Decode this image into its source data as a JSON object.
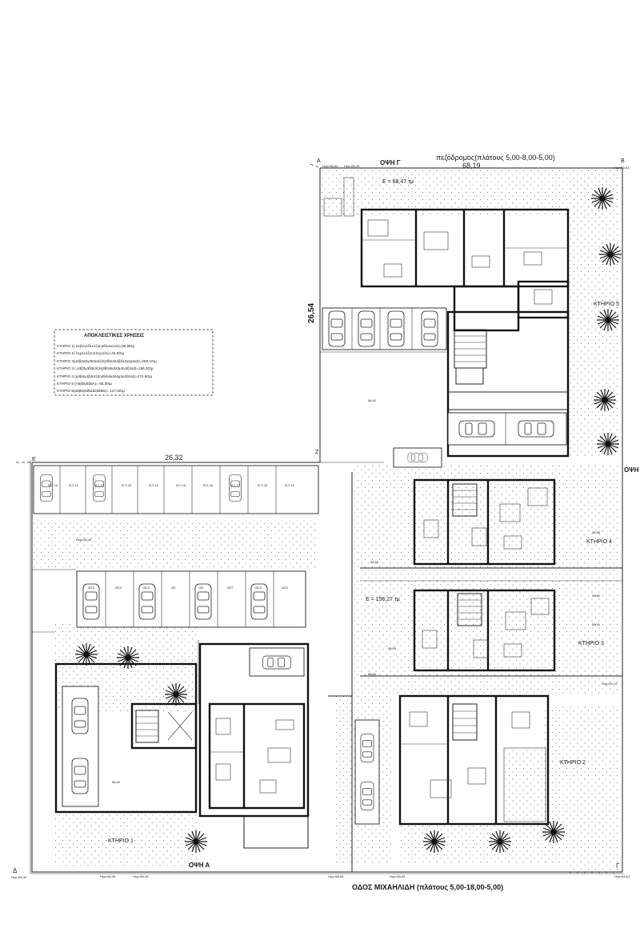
{
  "labels": {
    "street_top": "πεζόδρομος(πλάτους 5,00-8,00-5,00)",
    "street_bottom": "ΟΔΟΣ ΜΙΧΑΗΛΙΔΗ (πλάτους 5,00-18,00-5,00)",
    "view_g": "ΟΨΗ Γ",
    "view_a": "ΟΨΗ Α",
    "view_right": "ΟΨΗ",
    "dim_top": "68,19",
    "dim_left_vertical": "26,54",
    "dim_mid": "26,32",
    "area_top": "Ε = 68,47 τμ",
    "area_b3": "Ε = 156,27 τμ",
    "corner_a": "Α",
    "corner_b": "Β",
    "corner_e": "Ε",
    "corner_z": "Ζ",
    "corner_delta": "Δ",
    "corner_gamma": "Γ"
  },
  "buildings": [
    {
      "label": "ΚΤΗΡΙΟ 5"
    },
    {
      "label": "ΚΤΗΡΙΟ 4"
    },
    {
      "label": "ΚΤΗΡΙΟ 3"
    },
    {
      "label": "ΚΤΗΡΙΟ 2"
    },
    {
      "label": "ΚΤΗΡΙΟ 1"
    }
  ],
  "legend": {
    "title": "ΑΠΟΚΛΕΙΣΤΙΚΕΣ ΧΡΗΣΕΙΣ",
    "rows": [
      "ΚΤΗΡΙΟ 1( α1β1γ1δ1ε1ζ1η1θ1ι1κ1α1)=59,85τμ",
      "ΚΤΗΡΙΟ 1( λ1μ1ν1ξ1ο1π1ρ1λ1)=34,90τμ",
      "ΚΤΗΡΙΟ 2(α2β2α2γ252α2ζ2η2θ2α2ι2β2λ2γ2μ2α2)=258,10τμ",
      "ΚΤΗΡΙΟ 3 ( α3β3γ3δ3ε3ζ3η3θ3ι3κ3λ3μ3ν3ξ3ο3)=156,30τμ",
      "ΚΤΗΡΙΟ 4 (α4β4γ4δ4ε4ζ4η4θ4ι4κ4λ4μ4ν4ξ4ο4)=174,90τμ",
      "ΚΤΗΡΙΟ 5 (Α5β5γ5δ5Α)= 66,30τμ",
      "ΚΤΗΡΙΟ 5(α5β5γ5δ5ε5ζ5θ5ι5)= 127,00τμ"
    ]
  },
  "parking_top": [
    "Θ.Σ.10",
    "Θ.Σ.11",
    "Θ.Σ.12",
    "Θ.Σ.13",
    "Θ.Σ.14",
    "Θ.Σ.15",
    "Θ.Σ.16",
    "Θ.Σ.17",
    "Θ.Σ.18",
    "Θ.Σ.19"
  ],
  "parking_mid": [
    "ΘΣ3",
    "ΘΣ3",
    "ΘΣ3",
    "ΘΣ",
    "ΘΣ",
    "ΘΣ7",
    "ΘΣ3",
    "ΘΣ3"
  ],
  "levels": {
    "top_left": "Hερ=58,64",
    "top_left2": "Hερ=58,33",
    "top_right": "Hερ=53,81",
    "bottom_left": "Hερ=59,40",
    "bottom_mid1": "Hερ=58,95",
    "bottom_mid2": "Hερ=58,45",
    "bottom_mid3": "Hερ=58,55",
    "bottom_mid4": "Hερ=58,25",
    "bottom_right": "Hερ=54,61",
    "mid_left": "Hερ=56,40",
    "mid_z": "58,40",
    "mid_b4": "58,45",
    "mid_b3": "58,55",
    "mid_b2": "58,40",
    "mid_b1": "58,40",
    "right_1": "58,85",
    "right_2": "58,90",
    "right_3": "58,80",
    "right_4": "Hερ=54,75"
  }
}
